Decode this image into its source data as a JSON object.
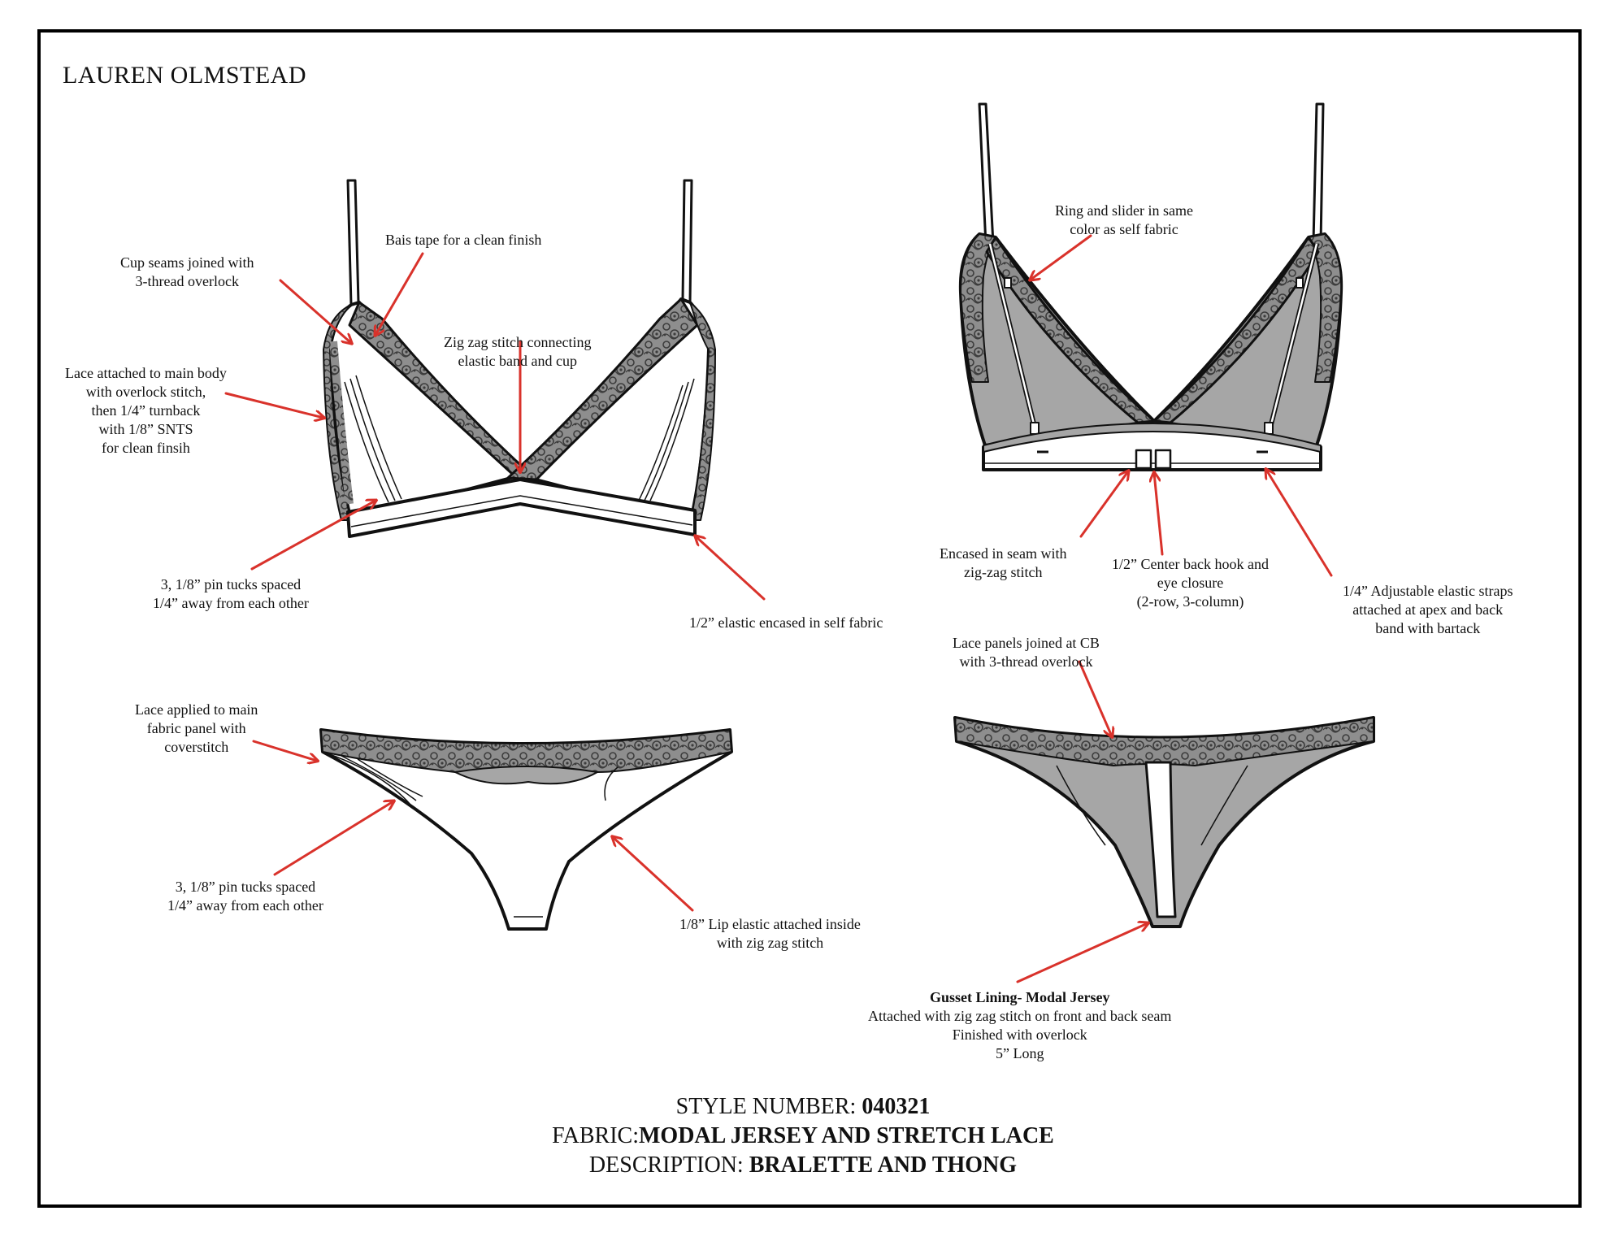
{
  "brand": "LAUREN OLMSTEAD",
  "notes": {
    "cup_seams": [
      "Cup seams joined with",
      "3-thread overlock"
    ],
    "bias_tape": "Bais tape for a clean finish",
    "zigzag_cup": [
      "Zig zag stitch connecting",
      "elastic band and cup"
    ],
    "lace_body": [
      "Lace attached to main body",
      "with overlock stitch,",
      "then 1/4” turnback",
      "with 1/8” SNTS",
      "for clean finsih"
    ],
    "pin_tucks_bra": [
      "3, 1/8” pin tucks spaced",
      "1/4” away from each other"
    ],
    "elastic_encased": "1/2” elastic encased in self fabric",
    "ring_slider": [
      "Ring and slider in same",
      "color as self fabric"
    ],
    "encased_seam": [
      "Encased in seam with",
      "zig-zag stitch"
    ],
    "hook_eye": [
      "1/2” Center back hook and",
      "eye closure",
      "(2-row, 3-column)"
    ],
    "straps": [
      "1/4” Adjustable elastic straps",
      "attached at apex and back",
      "band with bartack"
    ],
    "lace_panels_cb": [
      "Lace panels joined at CB",
      "with 3-thread overlock"
    ],
    "lace_applied": [
      "Lace applied to main",
      "fabric panel with",
      "coverstitch"
    ],
    "pin_tucks_thong": [
      "3, 1/8” pin tucks spaced",
      "1/4” away from each other"
    ],
    "lip_elastic": [
      "1/8” Lip elastic attached inside",
      "with zig zag stitch"
    ],
    "gusset_title": "Gusset Lining- Modal Jersey",
    "gusset_lines": [
      "Attached with zig zag stitch on front and back seam",
      "Finished with overlock",
      "5” Long"
    ]
  },
  "footer": {
    "style_label": "STYLE NUMBER: ",
    "style_value": "040321",
    "fabric_label": "FABRIC:",
    "fabric_value": "MODAL JERSEY AND STRETCH LACE",
    "desc_label": "DESCRIPTION: ",
    "desc_value": "BRALETTE AND THONG"
  },
  "colors": {
    "arrow": "#d9322b",
    "lining": "#a6a6a6",
    "lace": "#5a5a5a",
    "outline": "#111111"
  }
}
